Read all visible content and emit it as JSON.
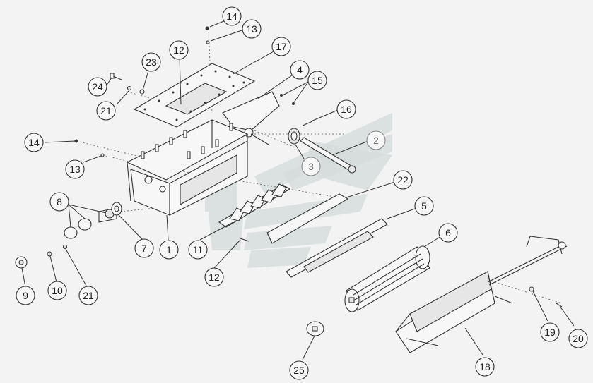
{
  "diagram": {
    "type": "exploded-assembly",
    "callouts": [
      {
        "id": "c1",
        "label": "1"
      },
      {
        "id": "c2",
        "label": "2"
      },
      {
        "id": "c3",
        "label": "3"
      },
      {
        "id": "c4",
        "label": "4"
      },
      {
        "id": "c5",
        "label": "5"
      },
      {
        "id": "c6",
        "label": "6"
      },
      {
        "id": "c7",
        "label": "7"
      },
      {
        "id": "c8",
        "label": "8"
      },
      {
        "id": "c9",
        "label": "9"
      },
      {
        "id": "c10",
        "label": "10"
      },
      {
        "id": "c11",
        "label": "11"
      },
      {
        "id": "c12a",
        "label": "12"
      },
      {
        "id": "c12b",
        "label": "12"
      },
      {
        "id": "c13a",
        "label": "13"
      },
      {
        "id": "c13b",
        "label": "13"
      },
      {
        "id": "c14a",
        "label": "14"
      },
      {
        "id": "c14b",
        "label": "14"
      },
      {
        "id": "c15",
        "label": "15"
      },
      {
        "id": "c16",
        "label": "16"
      },
      {
        "id": "c17",
        "label": "17"
      },
      {
        "id": "c18",
        "label": "18"
      },
      {
        "id": "c19",
        "label": "19"
      },
      {
        "id": "c20",
        "label": "20"
      },
      {
        "id": "c21a",
        "label": "21"
      },
      {
        "id": "c21b",
        "label": "21"
      },
      {
        "id": "c22",
        "label": "22"
      },
      {
        "id": "c23",
        "label": "23"
      },
      {
        "id": "c24",
        "label": "24"
      },
      {
        "id": "c25",
        "label": "25"
      }
    ]
  },
  "colors": {
    "line": "#333333",
    "background": "#f3f3f3",
    "watermark": "#d6dcdc"
  }
}
